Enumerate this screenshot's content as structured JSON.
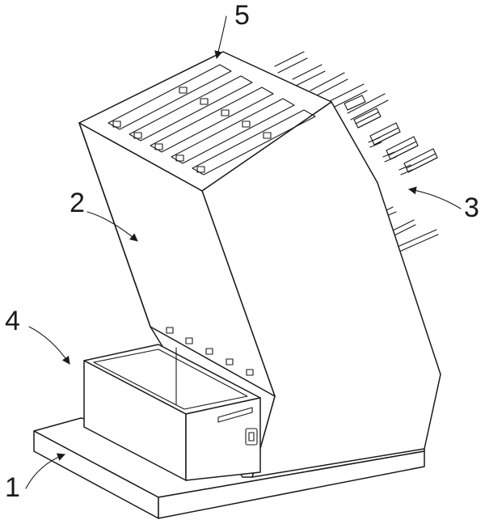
{
  "figure": {
    "background": "#ffffff",
    "stroke_color": "#1a1a1a",
    "labels": {
      "base": "1",
      "body": "2",
      "rods": "3",
      "drawer": "4",
      "top_slots": "5"
    }
  }
}
